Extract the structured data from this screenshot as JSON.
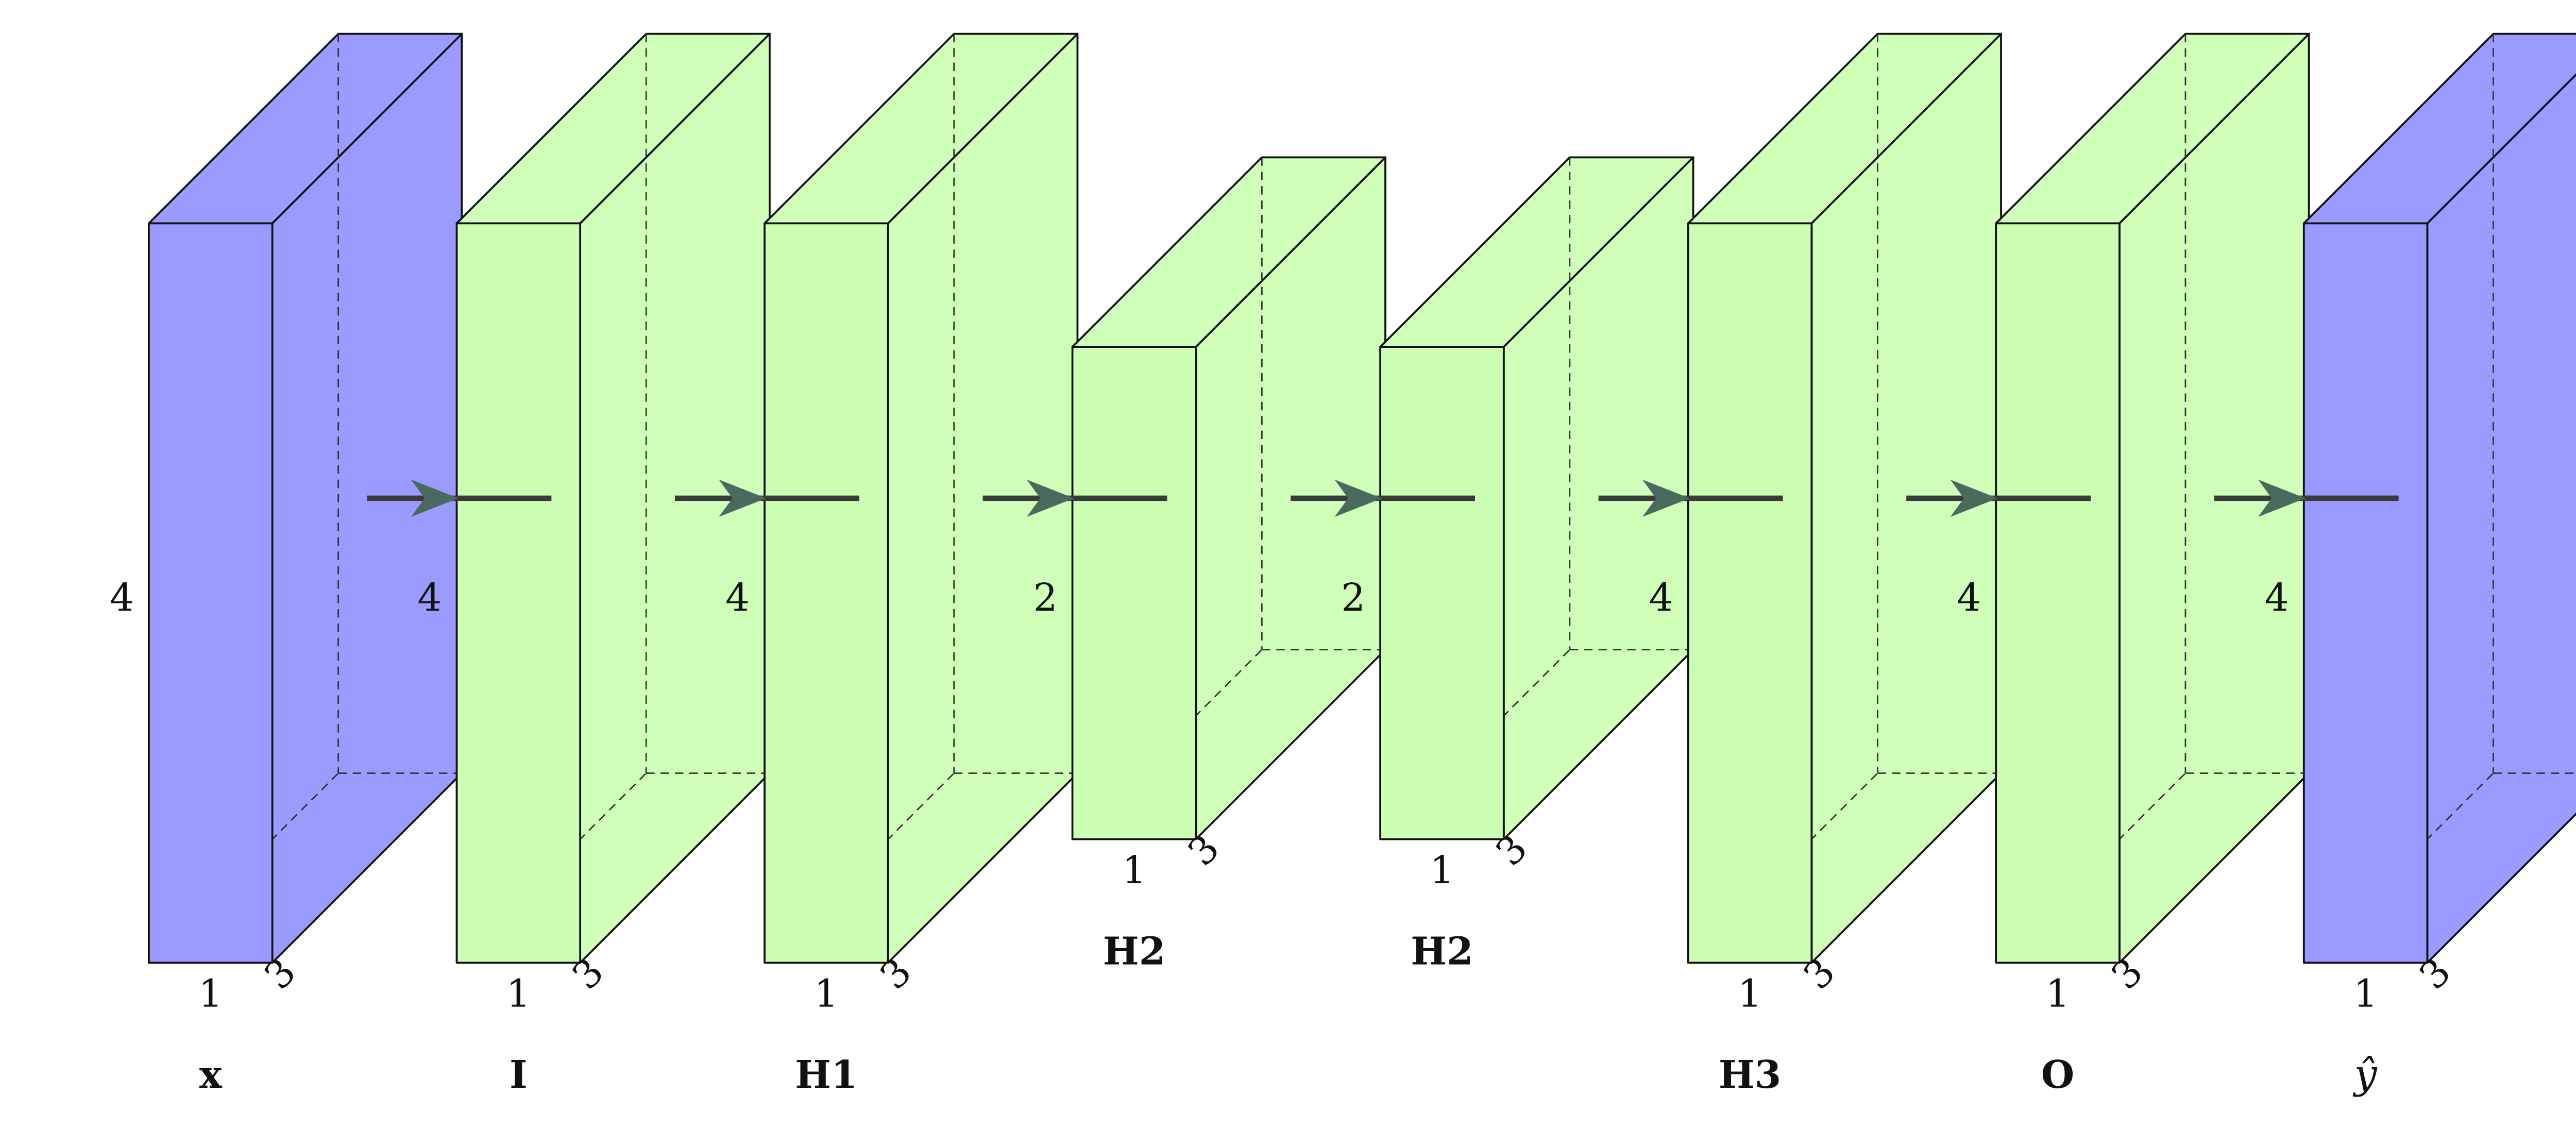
{
  "colors": {
    "io_fill": "#9999ff",
    "io_top": "#9b9bff",
    "io_side": "#9a9aff",
    "hidden_fill": "#ccffb3",
    "edge": "#111111",
    "hidden_line": "#333333",
    "arrow": "#3a3a3a",
    "arrow_head": "#4a6a5e"
  },
  "layers": [
    {
      "id": "x",
      "name": "x",
      "height_label": "4",
      "width_label": "1",
      "depth_label": "3",
      "kind": "io"
    },
    {
      "id": "I",
      "name": "I",
      "height_label": "4",
      "width_label": "1",
      "depth_label": "3",
      "kind": "hidden"
    },
    {
      "id": "H1",
      "name": "H1",
      "height_label": "4",
      "width_label": "1",
      "depth_label": "3",
      "kind": "hidden"
    },
    {
      "id": "H2a",
      "name": "H2",
      "height_label": "2",
      "width_label": "1",
      "depth_label": "3",
      "kind": "hidden",
      "size": 2
    },
    {
      "id": "H2b",
      "name": "H2",
      "height_label": "2",
      "width_label": "1",
      "depth_label": "3",
      "kind": "hidden",
      "size": 2
    },
    {
      "id": "H3",
      "name": "H3",
      "height_label": "4",
      "width_label": "1",
      "depth_label": "3",
      "kind": "hidden"
    },
    {
      "id": "O",
      "name": "O",
      "height_label": "4",
      "width_label": "1",
      "depth_label": "3",
      "kind": "hidden"
    },
    {
      "id": "yhat",
      "name": "ŷ",
      "height_label": "4",
      "width_label": "1",
      "depth_label": "3",
      "kind": "io",
      "italic": true
    }
  ]
}
